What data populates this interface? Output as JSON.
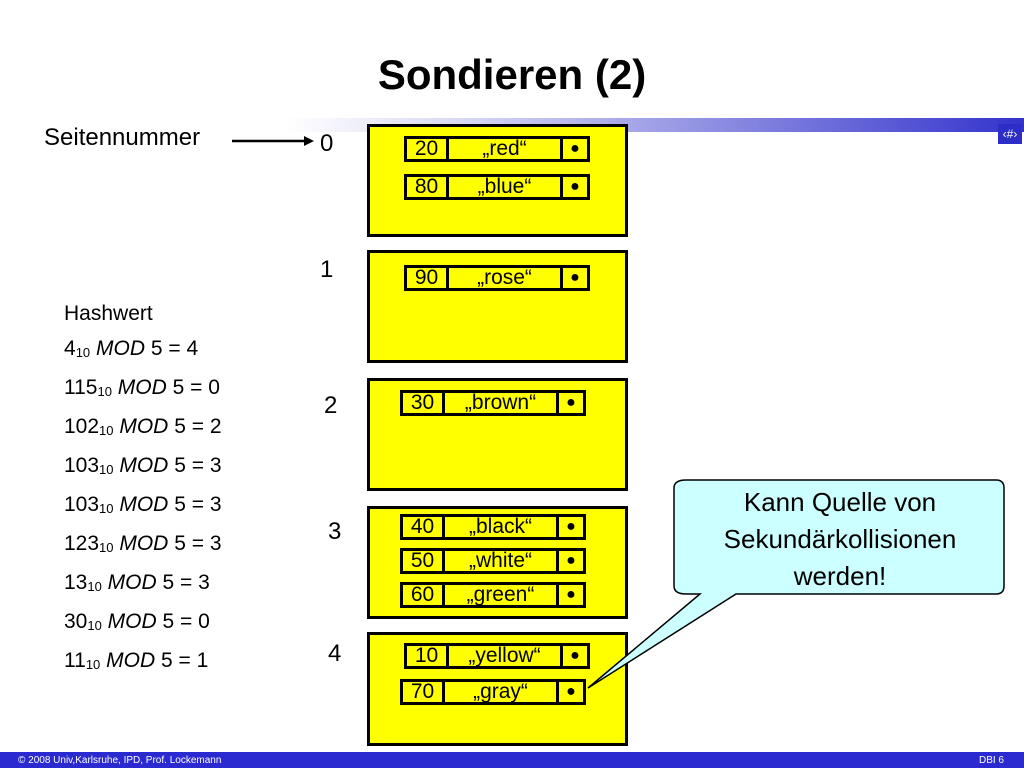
{
  "title": "Sondieren (2)",
  "slide_number_glyph": "‹#›",
  "arrow_label": "Seitennummer",
  "pages": [
    {
      "label": "0",
      "records": [
        {
          "key": "20",
          "value": "„red“",
          "ptr": "●"
        },
        {
          "key": "80",
          "value": "„blue“",
          "ptr": "●"
        }
      ]
    },
    {
      "label": "1",
      "records": [
        {
          "key": "90",
          "value": "„rose“",
          "ptr": "●"
        }
      ]
    },
    {
      "label": "2",
      "records": [
        {
          "key": "30",
          "value": "„brown“",
          "ptr": "●"
        }
      ]
    },
    {
      "label": "3",
      "records": [
        {
          "key": "40",
          "value": "„black“",
          "ptr": "●"
        },
        {
          "key": "50",
          "value": "„white“",
          "ptr": "●"
        },
        {
          "key": "60",
          "value": "„green“",
          "ptr": "●"
        }
      ]
    },
    {
      "label": "4",
      "records": [
        {
          "key": "10",
          "value": "„yellow“",
          "ptr": "●"
        },
        {
          "key": "70",
          "value": "„gray“",
          "ptr": "●"
        }
      ]
    }
  ],
  "hash": {
    "heading": "Hashwert",
    "sub": "10",
    "op": "MOD",
    "rows": [
      {
        "num": "4",
        "rest": "5 = 4"
      },
      {
        "num": "115",
        "rest": "5 = 0"
      },
      {
        "num": "102",
        "rest": "5 = 2"
      },
      {
        "num": "103",
        "rest": "5 = 3"
      },
      {
        "num": "103",
        "rest": "5 = 3"
      },
      {
        "num": "123",
        "rest": "5 = 3"
      },
      {
        "num": "13",
        "rest": "5 = 3"
      },
      {
        "num": "30",
        "rest": "5 = 0"
      },
      {
        "num": "11",
        "rest": "5 = 1"
      }
    ]
  },
  "callout": {
    "line1": "Kann Quelle von",
    "line2": "Sekundärkollisionen",
    "line3": "werden!"
  },
  "footer": {
    "left": "© 2008 Univ,Karlsruhe, IPD, Prof. Lockemann",
    "right": "DBI 6"
  },
  "colors": {
    "page_fill": "#ffff00",
    "callout_fill": "#ccffff",
    "accent": "#2a2ad0"
  }
}
